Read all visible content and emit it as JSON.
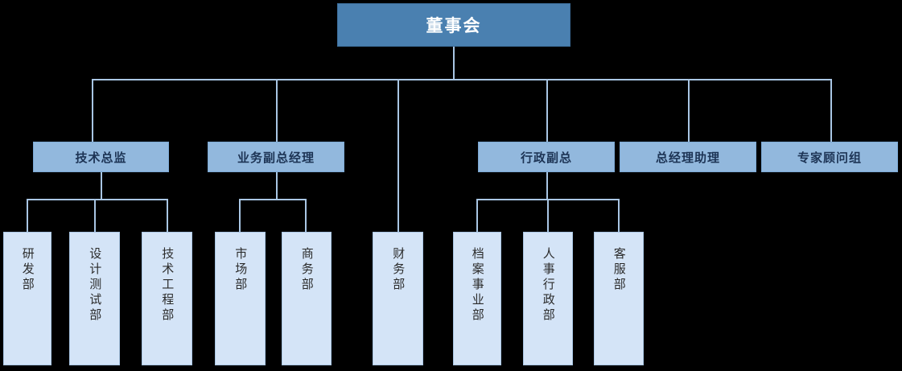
{
  "chart_title": "",
  "palette": {
    "background": "#000000",
    "root_fill": "#4a80b0",
    "root_border": "#3d6f9c",
    "root_text": "#ffffff",
    "level1_fill": "#92b8dd",
    "level1_border": "#7ba8d4",
    "level1_text": "#1d3455",
    "leaf_fill": "#d4e4f7",
    "leaf_border": "#a9c6e4",
    "leaf_text": "#2b2b2b",
    "connector": "#a9c6e4"
  },
  "org": {
    "root": {
      "label": "董事会",
      "level": 0
    },
    "level1": [
      {
        "label": "技术总监"
      },
      {
        "label": "业务副总经理"
      },
      {
        "label": "行政副总"
      },
      {
        "label": "总经理助理"
      },
      {
        "label": "专家顾问组"
      }
    ],
    "leaves": [
      {
        "label": "研发部",
        "parent": "技术总监"
      },
      {
        "label": "设计测试部",
        "parent": "技术总监"
      },
      {
        "label": "技术工程部",
        "parent": "技术总监"
      },
      {
        "label": "市场部",
        "parent": "业务副总经理"
      },
      {
        "label": "商务部",
        "parent": "业务副总经理"
      },
      {
        "label": "财务部",
        "parent": "董事会"
      },
      {
        "label": "档案事业部",
        "parent": "行政副总"
      },
      {
        "label": "人事行政部",
        "parent": "行政副总"
      },
      {
        "label": "客服部",
        "parent": "行政副总"
      }
    ]
  }
}
